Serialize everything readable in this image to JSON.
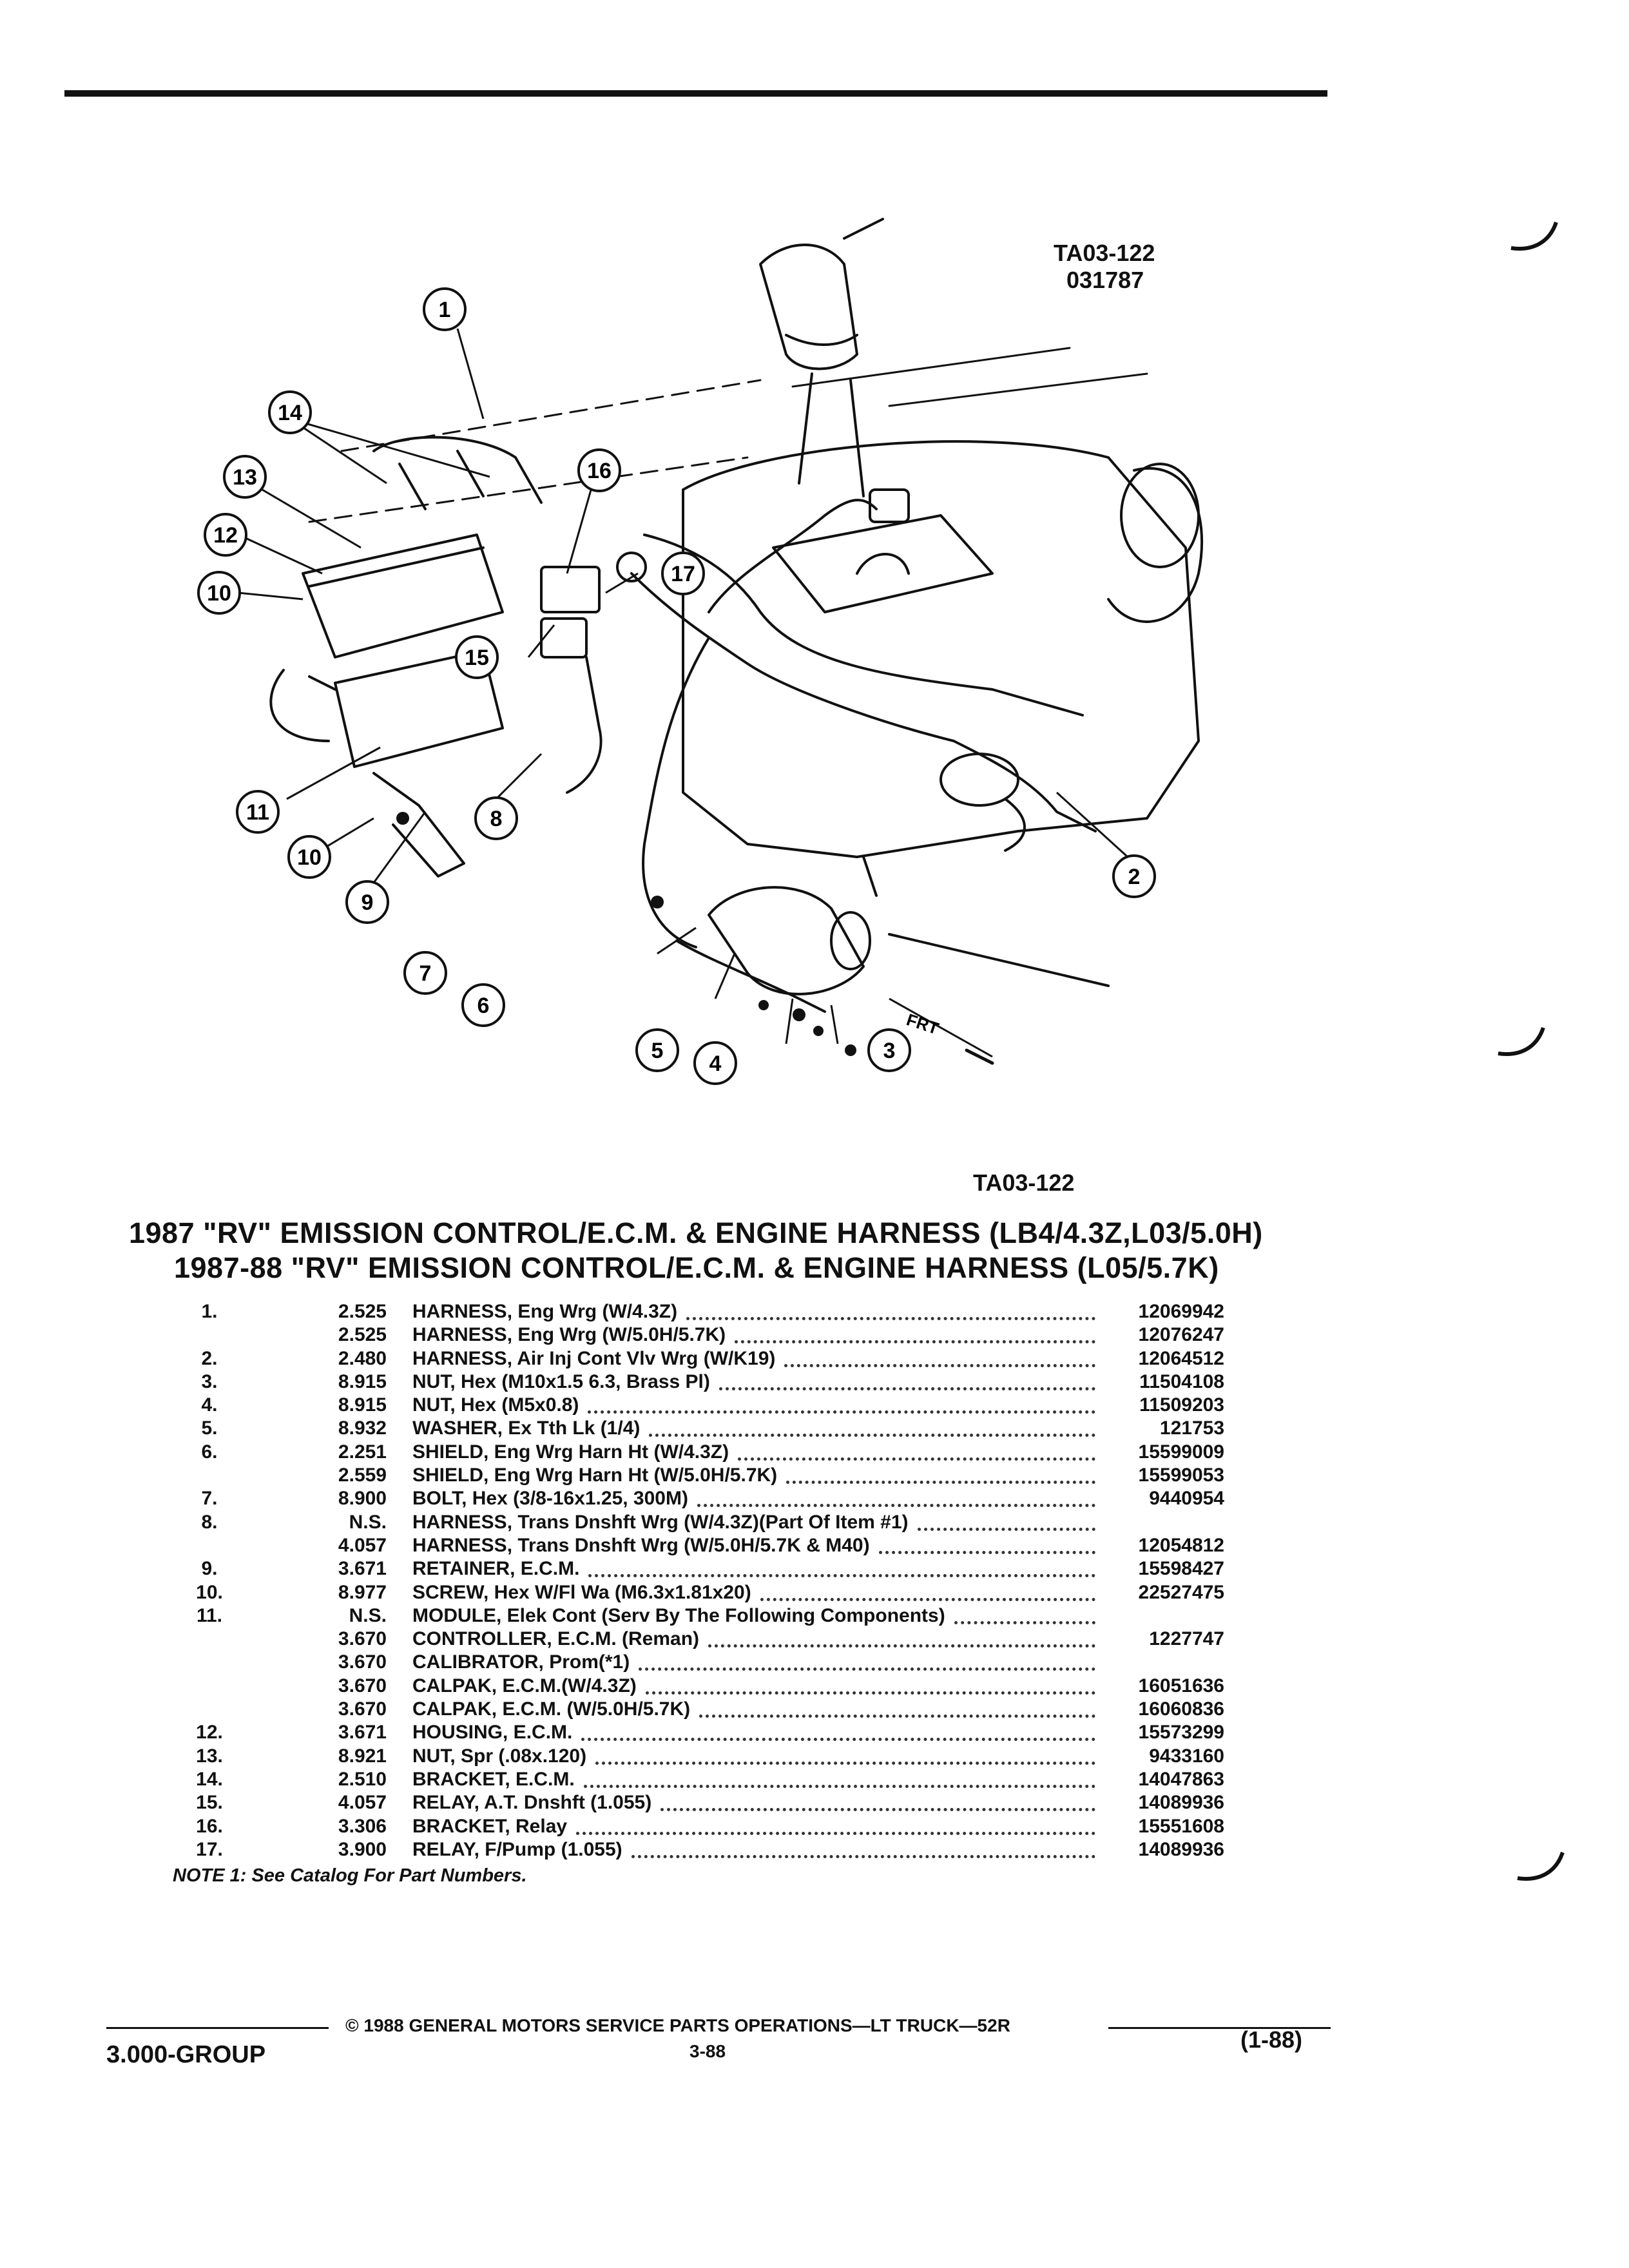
{
  "figure": {
    "code": "TA03-122",
    "date_code": "031787",
    "caption_code": "TA03-122",
    "front_label": "FRT",
    "callouts": [
      "1",
      "2",
      "3",
      "4",
      "5",
      "6",
      "7",
      "8",
      "9",
      "10",
      "10",
      "11",
      "12",
      "13",
      "14",
      "15",
      "16",
      "17"
    ]
  },
  "titles": {
    "line1": "1987 \"RV\" EMISSION CONTROL/E.C.M. & ENGINE HARNESS (LB4/4.3Z,L03/5.0H)",
    "line2": "1987-88 \"RV\" EMISSION CONTROL/E.C.M. & ENGINE HARNESS (L05/5.7K)"
  },
  "parts": [
    {
      "item": "1.",
      "group": "2.525",
      "desc": "HARNESS, Eng Wrg (W/4.3Z)",
      "part": "12069942"
    },
    {
      "item": "",
      "group": "2.525",
      "desc": "HARNESS, Eng Wrg (W/5.0H/5.7K)",
      "part": "12076247"
    },
    {
      "item": "2.",
      "group": "2.480",
      "desc": "HARNESS, Air Inj Cont Vlv Wrg (W/K19)",
      "part": "12064512"
    },
    {
      "item": "3.",
      "group": "8.915",
      "desc": "NUT, Hex (M10x1.5 6.3, Brass Pl)",
      "part": "11504108"
    },
    {
      "item": "4.",
      "group": "8.915",
      "desc": "NUT, Hex (M5x0.8)",
      "part": "11509203"
    },
    {
      "item": "5.",
      "group": "8.932",
      "desc": "WASHER, Ex Tth Lk (1/4)",
      "part": "121753"
    },
    {
      "item": "6.",
      "group": "2.251",
      "desc": "SHIELD, Eng Wrg Harn Ht (W/4.3Z)",
      "part": "15599009"
    },
    {
      "item": "",
      "group": "2.559",
      "desc": "SHIELD, Eng Wrg Harn Ht (W/5.0H/5.7K)",
      "part": "15599053"
    },
    {
      "item": "7.",
      "group": "8.900",
      "desc": "BOLT, Hex (3/8-16x1.25, 300M)",
      "part": "9440954"
    },
    {
      "item": "8.",
      "group": "N.S.",
      "desc": "HARNESS, Trans Dnshft Wrg (W/4.3Z)(Part Of Item #1)",
      "part": ""
    },
    {
      "item": "",
      "group": "4.057",
      "desc": "HARNESS, Trans Dnshft Wrg (W/5.0H/5.7K & M40)",
      "part": "12054812"
    },
    {
      "item": "9.",
      "group": "3.671",
      "desc": "RETAINER, E.C.M.",
      "part": "15598427"
    },
    {
      "item": "10.",
      "group": "8.977",
      "desc": "SCREW, Hex W/Fl Wa (M6.3x1.81x20)",
      "part": "22527475"
    },
    {
      "item": "11.",
      "group": "N.S.",
      "desc": "MODULE, Elek Cont (Serv By The Following Components)",
      "part": ""
    },
    {
      "item": "",
      "group": "3.670",
      "desc": "CONTROLLER, E.C.M. (Reman)",
      "part": "1227747"
    },
    {
      "item": "",
      "group": "3.670",
      "desc": "CALIBRATOR, Prom(*1)",
      "part": ""
    },
    {
      "item": "",
      "group": "3.670",
      "desc": "CALPAK, E.C.M.(W/4.3Z)",
      "part": "16051636"
    },
    {
      "item": "",
      "group": "3.670",
      "desc": "CALPAK, E.C.M. (W/5.0H/5.7K)",
      "part": "16060836"
    },
    {
      "item": "12.",
      "group": "3.671",
      "desc": "HOUSING, E.C.M.",
      "part": "15573299"
    },
    {
      "item": "13.",
      "group": "8.921",
      "desc": "NUT, Spr (.08x.120)",
      "part": "9433160"
    },
    {
      "item": "14.",
      "group": "2.510",
      "desc": "BRACKET, E.C.M.",
      "part": "14047863"
    },
    {
      "item": "15.",
      "group": "4.057",
      "desc": "RELAY, A.T. Dnshft (1.055)",
      "part": "14089936"
    },
    {
      "item": "16.",
      "group": "3.306",
      "desc": "BRACKET, Relay",
      "part": "15551608"
    },
    {
      "item": "17.",
      "group": "3.900",
      "desc": "RELAY, F/Pump (1.055)",
      "part": "14089936"
    }
  ],
  "note": "NOTE 1: See Catalog For Part Numbers.",
  "footer": {
    "copyright": "© 1988 GENERAL MOTORS SERVICE PARTS OPERATIONS—LT TRUCK—52R",
    "page": "3-88",
    "group": "3.000-GROUP",
    "revision": "(1-88)"
  }
}
